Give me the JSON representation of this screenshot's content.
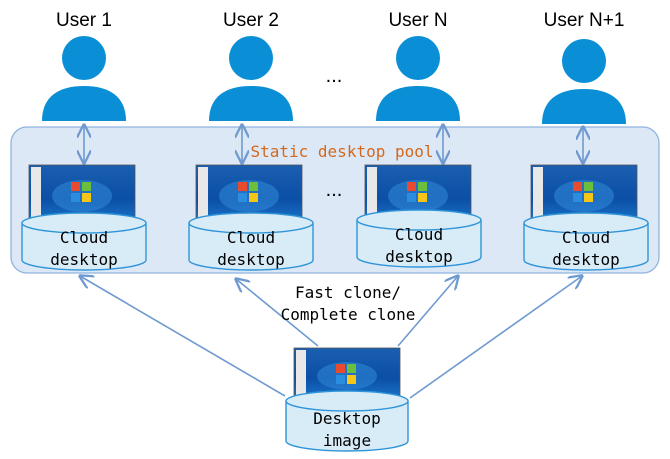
{
  "users": [
    {
      "label": "User 1"
    },
    {
      "label": "User 2"
    },
    {
      "label": "User N"
    },
    {
      "label": "User N+1"
    }
  ],
  "top_ellipsis": "...",
  "pool": {
    "title": "Static desktop pool",
    "ellipsis": "...",
    "desktops": [
      {
        "line1": "Cloud",
        "line2": "desktop"
      },
      {
        "line1": "Cloud",
        "line2": "desktop"
      },
      {
        "line1": "Cloud",
        "line2": "desktop"
      },
      {
        "line1": "Cloud",
        "line2": "desktop"
      }
    ]
  },
  "clone_label": {
    "line1": "Fast clone/",
    "line2": "Complete clone"
  },
  "image": {
    "line1": "Desktop",
    "line2": "image"
  },
  "colors": {
    "user_blue": "#0a8fd6",
    "arrow_blue": "#6f9ad1",
    "pool_fill": "#dde8f6",
    "pool_stroke": "#8fb3df",
    "cylinder_fill": "#d8ecf8",
    "cylinder_stroke": "#2f95d8",
    "pool_title": "#d2691e",
    "screen_blue": "#1565c0"
  },
  "icons": {
    "user": "user-silhouette-icon",
    "screen": "desktop-screenshot-icon"
  }
}
